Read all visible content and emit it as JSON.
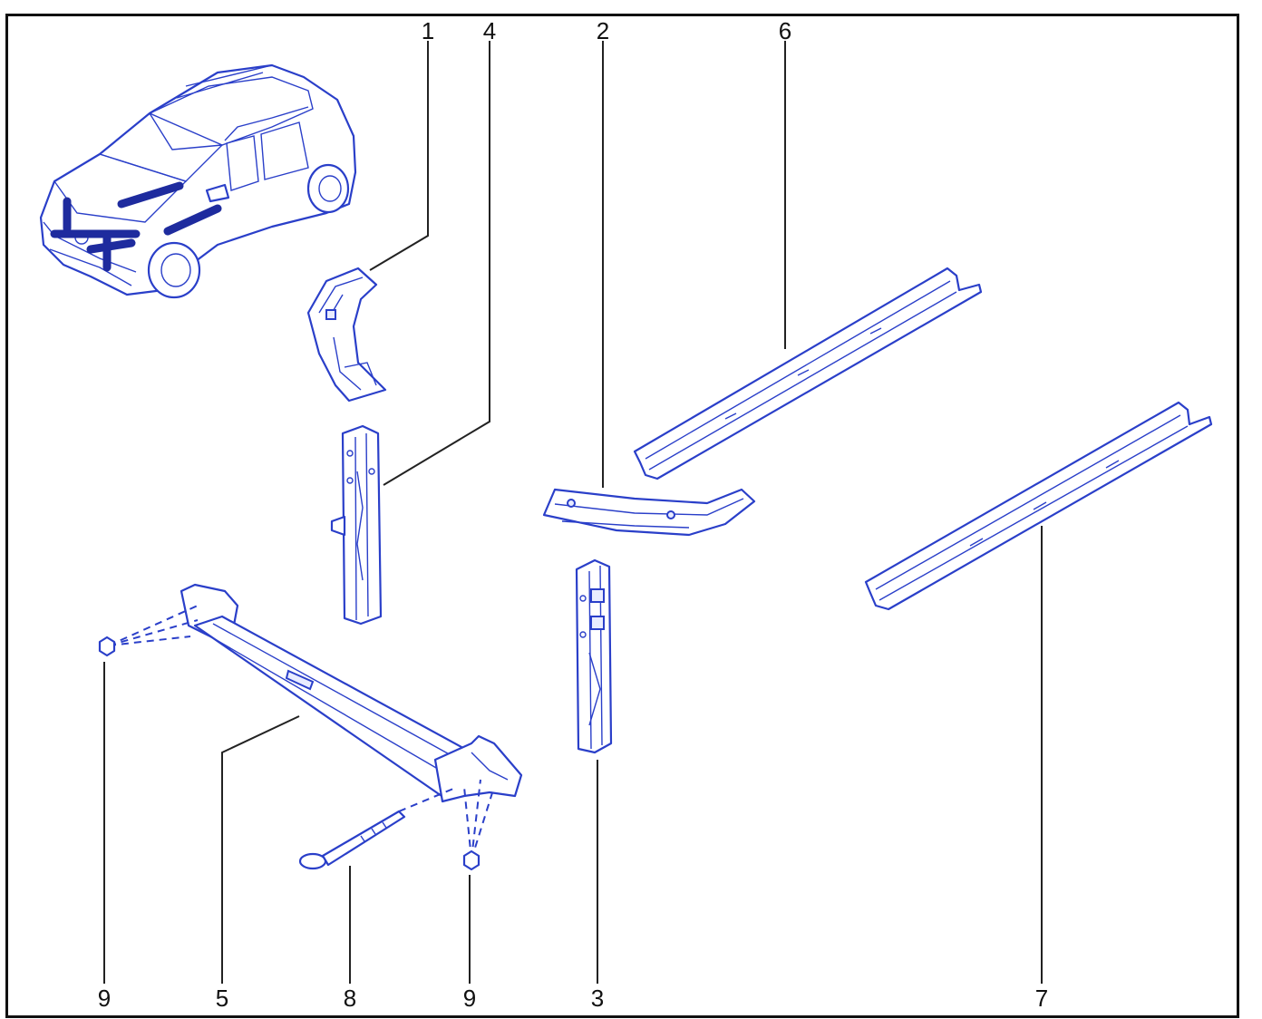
{
  "callouts": {
    "c1": "1",
    "c2": "2",
    "c3": "3",
    "c4": "4",
    "c5": "5",
    "c6": "6",
    "c7": "7",
    "c8": "8",
    "c9a": "9",
    "c9b": "9"
  },
  "colors": {
    "line": "#2a3fc9",
    "highlight": "#1e2b9e",
    "frame": "#111111"
  }
}
